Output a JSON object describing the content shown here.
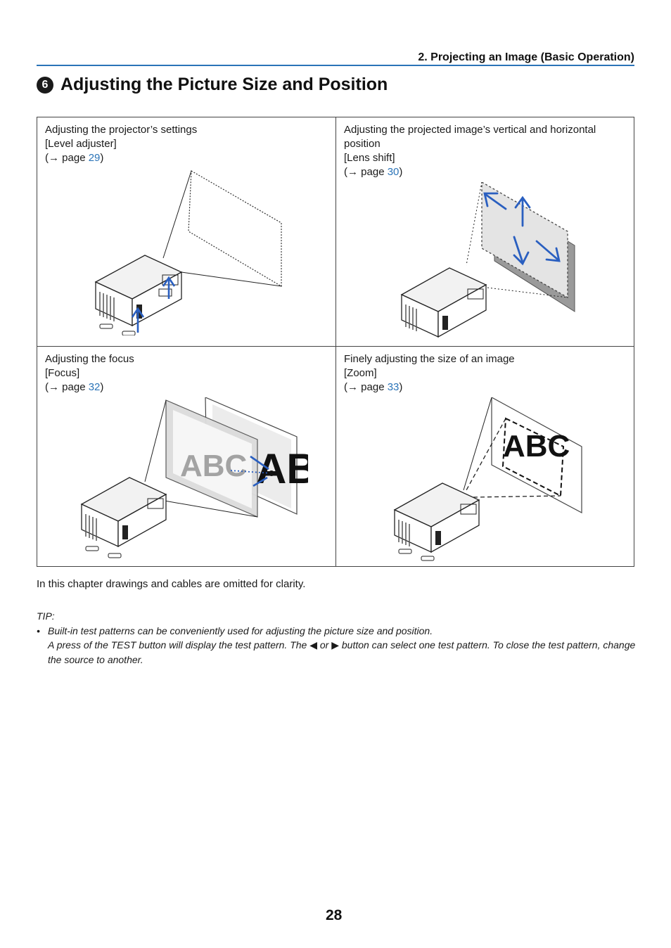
{
  "header": {
    "chapter": "2. Projecting an Image (Basic Operation)"
  },
  "title": {
    "badge": "6",
    "text": "Adjusting the Picture Size and Position"
  },
  "cells": [
    {
      "line1": "Adjusting the projector’s settings",
      "line2": "[Level adjuster]",
      "ref_prefix": "(→ page ",
      "ref_page": "29",
      "ref_suffix": ")"
    },
    {
      "line1": "Adjusting the projected image’s vertical and horizontal position",
      "line2": "[Lens shift]",
      "ref_prefix": "(→ page ",
      "ref_page": "30",
      "ref_suffix": ")"
    },
    {
      "line1": "Adjusting the focus",
      "line2": "[Focus]",
      "ref_prefix": "(→ page ",
      "ref_page": "32",
      "ref_suffix": ")"
    },
    {
      "line1": "Finely adjusting the size of an image",
      "line2": "[Zoom]",
      "ref_prefix": "(→ page ",
      "ref_page": "33",
      "ref_suffix": ")"
    }
  ],
  "illustrations": {
    "test_pattern_text": "ABC"
  },
  "note": "In this chapter drawings and cables are omitted for clarity.",
  "tip": {
    "label": "TIP:",
    "bullet": "•",
    "line1": "Built-in test patterns can be conveniently used for adjusting the picture size and position.",
    "line2": "A press of the TEST button will display the test pattern. The ◀ or ▶ button can select one test pattern. To close the test pattern, change the source to another."
  },
  "page_number": "28",
  "colors": {
    "accent": "#2b74b8",
    "arrow": "#2a5fc0"
  }
}
